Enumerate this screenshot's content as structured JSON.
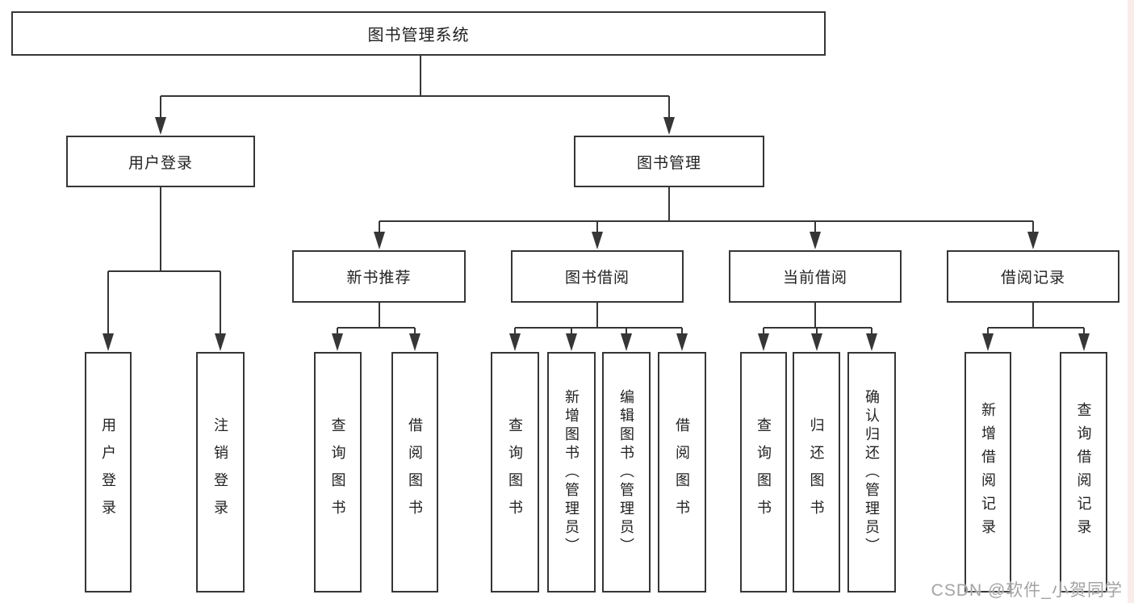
{
  "title": "图书管理系统",
  "watermark": "CSDN @软件_小贺同学",
  "colors": {
    "line": "#363636",
    "border": "#363636",
    "text": "#222222",
    "watermark": "#a3a3a3",
    "right_edge_strip": "#fbecec"
  },
  "tree": {
    "root": {
      "label": "图书管理系统"
    },
    "branches": [
      {
        "label": "用户登录",
        "children": [
          {
            "label": "用户登录"
          },
          {
            "label": "注销登录"
          }
        ]
      },
      {
        "label": "图书管理",
        "children": [
          {
            "label": "新书推荐",
            "children": [
              {
                "label": "查询图书"
              },
              {
                "label": "借阅图书"
              }
            ]
          },
          {
            "label": "图书借阅",
            "children": [
              {
                "label": "查询图书"
              },
              {
                "label": "新增图书（管理员）"
              },
              {
                "label": "编辑图书（管理员）"
              },
              {
                "label": "借阅图书"
              }
            ]
          },
          {
            "label": "当前借阅",
            "children": [
              {
                "label": "查询图书"
              },
              {
                "label": "归还图书"
              },
              {
                "label": "确认归还（管理员）"
              }
            ]
          },
          {
            "label": "借阅记录",
            "children": [
              {
                "label": "新增借阅记录"
              },
              {
                "label": "查询借阅记录"
              }
            ]
          }
        ]
      }
    ]
  }
}
